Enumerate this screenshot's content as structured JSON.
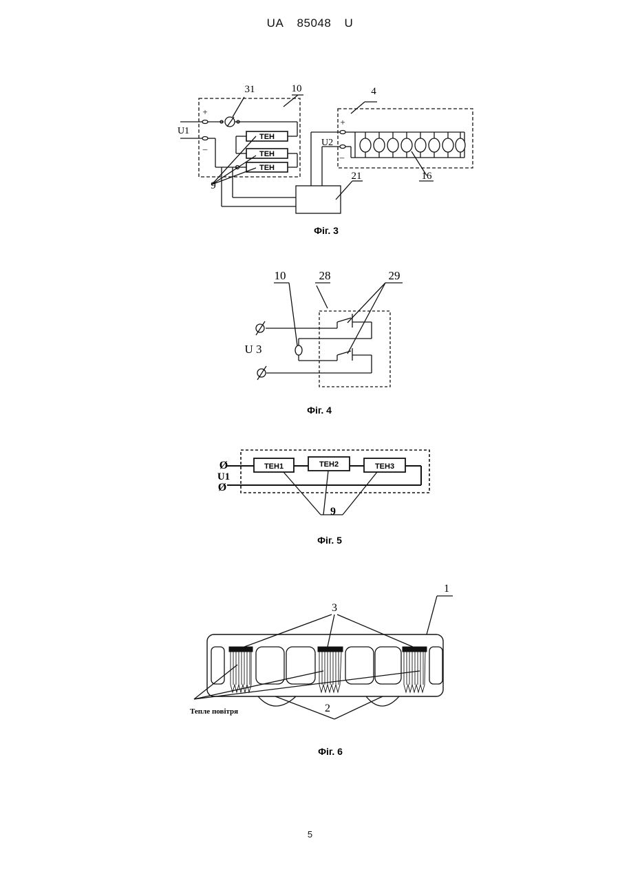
{
  "header": {
    "country": "UA",
    "number": "85048",
    "kind": "U"
  },
  "fig3": {
    "caption": "Фіг. 3",
    "labels": {
      "l31": "31",
      "l10": "10",
      "l4": "4",
      "l9": "9",
      "l21": "21",
      "l16": "16",
      "u1": "U1",
      "u2": "U2",
      "plus1": "+",
      "minus1": "–",
      "plus2": "+",
      "minus2": "–"
    },
    "heaters": [
      "ТЕН",
      "ТЕН",
      "ТЕН"
    ]
  },
  "fig4": {
    "caption": "Фіг. 4",
    "labels": {
      "l10": "10",
      "l28": "28",
      "l29": "29",
      "u3": "U 3",
      "phi1": "Ø",
      "phi2": "Ø"
    }
  },
  "fig5": {
    "caption": "Фіг. 5",
    "labels": {
      "phi1": "Ø",
      "phi2": "Ø",
      "u1": "U1",
      "l9": "9"
    },
    "heaters": [
      "ТЕН1",
      "ТЕН2",
      "ТЕН3"
    ]
  },
  "fig6": {
    "caption": "Фіг. 6",
    "labels": {
      "l1": "1",
      "l2": "2",
      "l3": "3",
      "warm_air": "Тепле повітря"
    }
  },
  "page_number": "5"
}
